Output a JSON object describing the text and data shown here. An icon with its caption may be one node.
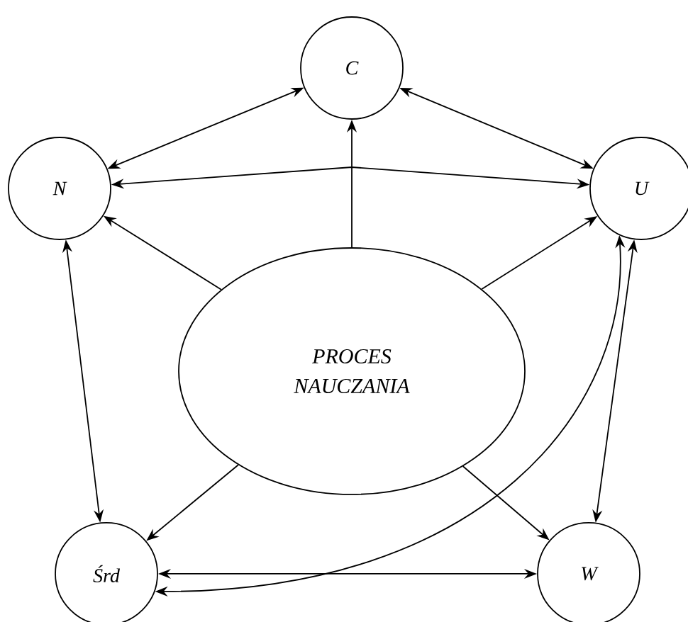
{
  "diagram": {
    "nodes": [
      {
        "text": [
          "C"
        ]
      },
      {
        "text": [
          "N"
        ]
      },
      {
        "text": [
          "U"
        ]
      },
      {
        "text": [
          "PROCES NAUCZANIA"
        ]
      },
      {
        "text": [
          "Śrd"
        ]
      },
      {
        "text": [
          "W"
        ]
      }
    ],
    "edges": [
      {
        "from": 1,
        "to": 0,
        "arrow": "both"
      },
      {
        "from": 0,
        "to": 2,
        "arrow": "both"
      },
      {
        "from": 1,
        "to": 2,
        "arrow": "both"
      },
      {
        "from": 3,
        "to": 0,
        "arrow": "to"
      },
      {
        "from": 3,
        "to": 1,
        "arrow": "to"
      },
      {
        "from": 3,
        "to": 2,
        "arrow": "to"
      },
      {
        "from": 3,
        "to": 4,
        "arrow": "to"
      },
      {
        "from": 3,
        "to": 5,
        "arrow": "to"
      },
      {
        "from": 1,
        "to": 4,
        "arrow": "both"
      },
      {
        "from": 2,
        "to": 5,
        "arrow": "both"
      },
      {
        "from": 4,
        "to": 5,
        "arrow": "both"
      },
      {
        "from": 2,
        "to": 4,
        "arrow": "both"
      }
    ]
  }
}
